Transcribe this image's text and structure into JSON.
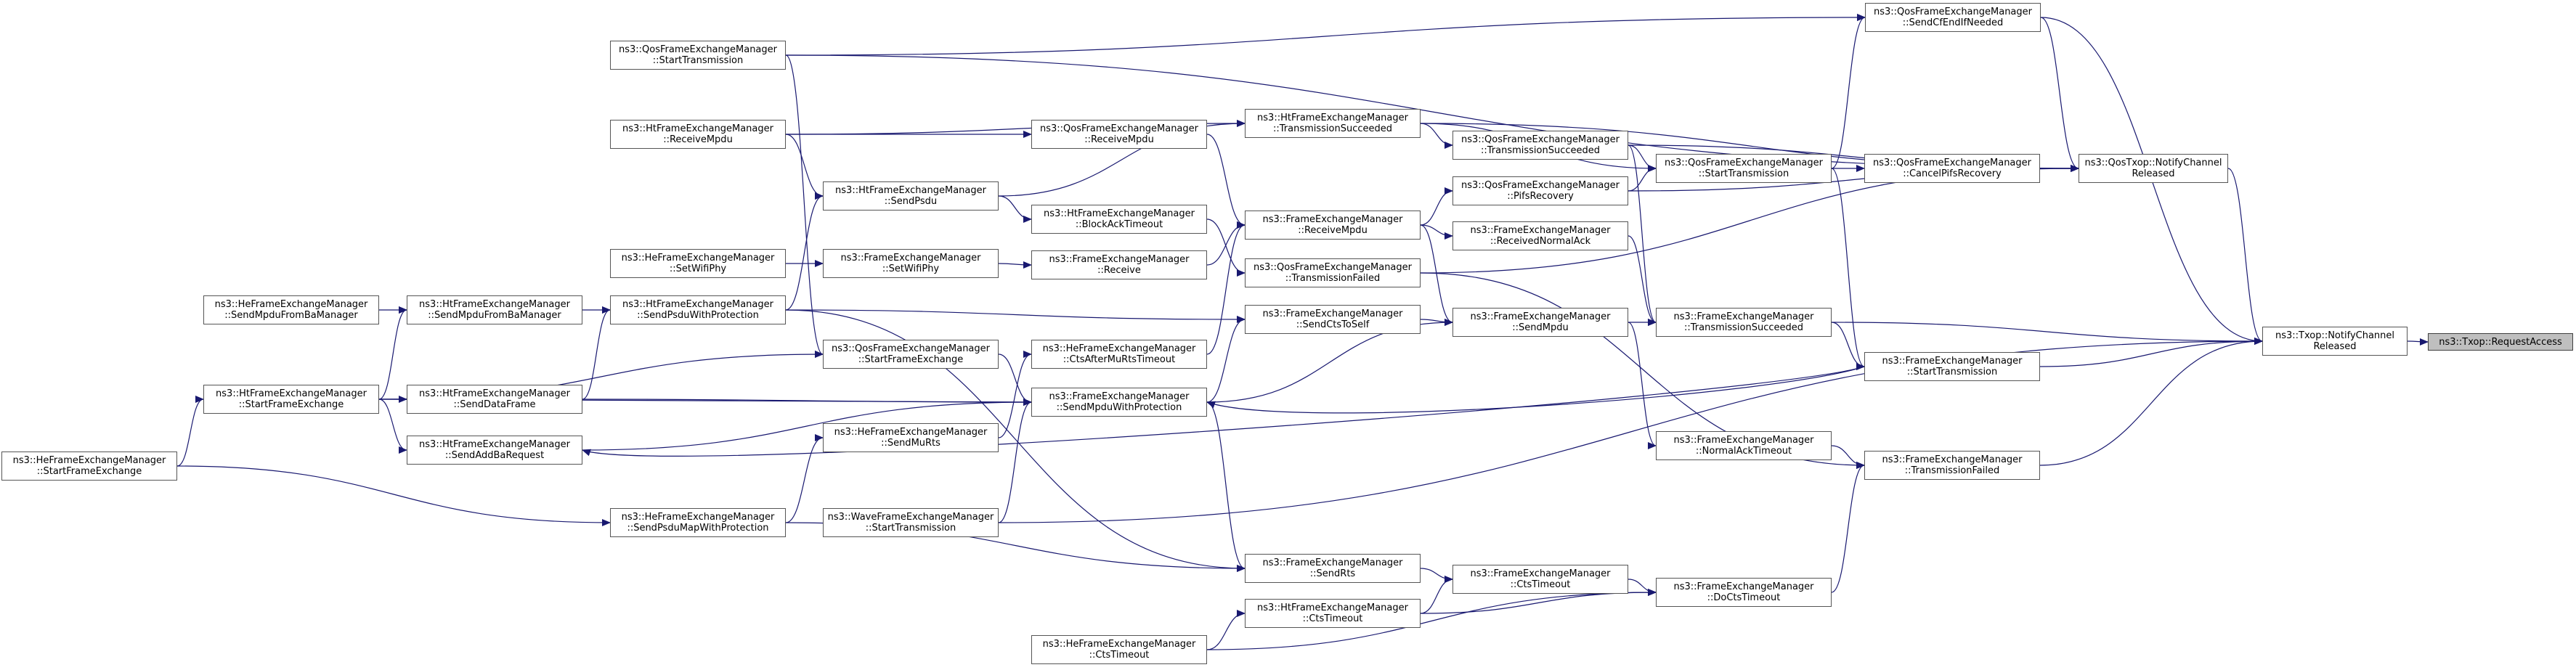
{
  "diagram": {
    "type": "call-graph",
    "edge_color": "#191970",
    "root_fill": "#bfbfbf",
    "node_fill": "#ffffff",
    "nodes": [
      {
        "id": "qos_sendcfend",
        "lines": [
          "ns3::QosFrameExchangeManager",
          "::SendCfEndIfNeeded"
        ]
      },
      {
        "id": "qos_starttx",
        "lines": [
          "ns3::QosFrameExchangeManager",
          "::StartTransmission"
        ]
      },
      {
        "id": "ht_txsucc",
        "lines": [
          "ns3::HtFrameExchangeManager",
          "::TransmissionSucceeded"
        ]
      },
      {
        "id": "ht_receivempdu",
        "lines": [
          "ns3::HtFrameExchangeManager",
          "::ReceiveMpdu"
        ]
      },
      {
        "id": "qos_receivempdu",
        "lines": [
          "ns3::QosFrameExchangeManager",
          "::ReceiveMpdu"
        ]
      },
      {
        "id": "qos_txsucc",
        "lines": [
          "ns3::QosFrameExchangeManager",
          "::TransmissionSucceeded"
        ]
      },
      {
        "id": "qos_starttx2",
        "lines": [
          "ns3::QosFrameExchangeManager",
          "::StartTransmission"
        ]
      },
      {
        "id": "qos_cancelpifs",
        "lines": [
          "ns3::QosFrameExchangeManager",
          "::CancelPifsRecovery"
        ]
      },
      {
        "id": "qostxop_notify",
        "lines": [
          "ns3::QosTxop::NotifyChannel",
          "Released"
        ]
      },
      {
        "id": "ht_sendpsdu",
        "lines": [
          "ns3::HtFrameExchangeManager",
          "::SendPsdu"
        ]
      },
      {
        "id": "ht_blockack",
        "lines": [
          "ns3::HtFrameExchangeManager",
          "::BlockAckTimeout"
        ]
      },
      {
        "id": "qos_pifs",
        "lines": [
          "ns3::QosFrameExchangeManager",
          "::PifsRecovery"
        ]
      },
      {
        "id": "fem_receivempdu",
        "lines": [
          "ns3::FrameExchangeManager",
          "::ReceiveMpdu"
        ]
      },
      {
        "id": "fem_receivednormalack",
        "lines": [
          "ns3::FrameExchangeManager",
          "::ReceivedNormalAck"
        ]
      },
      {
        "id": "he_setwifiphy",
        "lines": [
          "ns3::HeFrameExchangeManager",
          "::SetWifiPhy"
        ]
      },
      {
        "id": "fem_setwifiphy",
        "lines": [
          "ns3::FrameExchangeManager",
          "::SetWifiPhy"
        ]
      },
      {
        "id": "fem_receive",
        "lines": [
          "ns3::FrameExchangeManager",
          "::Receive"
        ]
      },
      {
        "id": "qos_txfailed",
        "lines": [
          "ns3::QosFrameExchangeManager",
          "::TransmissionFailed"
        ]
      },
      {
        "id": "he_sendmpdufromba",
        "lines": [
          "ns3::HeFrameExchangeManager",
          "::SendMpduFromBaManager"
        ]
      },
      {
        "id": "ht_sendmpdufromba",
        "lines": [
          "ns3::HtFrameExchangeManager",
          "::SendMpduFromBaManager"
        ]
      },
      {
        "id": "ht_sendpsduwithprot",
        "lines": [
          "ns3::HtFrameExchangeManager",
          "::SendPsduWithProtection"
        ]
      },
      {
        "id": "fem_sendctstoself",
        "lines": [
          "ns3::FrameExchangeManager",
          "::SendCtsToSelf"
        ]
      },
      {
        "id": "fem_sendmpdu",
        "lines": [
          "ns3::FrameExchangeManager",
          "::SendMpdu"
        ]
      },
      {
        "id": "fem_txsucc",
        "lines": [
          "ns3::FrameExchangeManager",
          "::TransmissionSucceeded"
        ]
      },
      {
        "id": "txop_notify",
        "lines": [
          "ns3::Txop::NotifyChannel",
          "Released"
        ]
      },
      {
        "id": "txop_requestaccess",
        "lines": [
          "ns3::Txop::RequestAccess"
        ]
      },
      {
        "id": "qos_startfe",
        "lines": [
          "ns3::QosFrameExchangeManager",
          "::StartFrameExchange"
        ]
      },
      {
        "id": "he_ctsaftermurts",
        "lines": [
          "ns3::HeFrameExchangeManager",
          "::CtsAfterMuRtsTimeout"
        ]
      },
      {
        "id": "ht_startfe",
        "lines": [
          "ns3::HtFrameExchangeManager",
          "::StartFrameExchange"
        ]
      },
      {
        "id": "ht_senddataframe",
        "lines": [
          "ns3::HtFrameExchangeManager",
          "::SendDataFrame"
        ]
      },
      {
        "id": "fem_sendmpduwithprot",
        "lines": [
          "ns3::FrameExchangeManager",
          "::SendMpduWithProtection"
        ]
      },
      {
        "id": "fem_starttx",
        "lines": [
          "ns3::FrameExchangeManager",
          "::StartTransmission"
        ]
      },
      {
        "id": "he_startfe",
        "lines": [
          "ns3::HeFrameExchangeManager",
          "::StartFrameExchange"
        ]
      },
      {
        "id": "ht_sendaddba",
        "lines": [
          "ns3::HtFrameExchangeManager",
          "::SendAddBaRequest"
        ]
      },
      {
        "id": "he_sendmurts",
        "lines": [
          "ns3::HeFrameExchangeManager",
          "::SendMuRts"
        ]
      },
      {
        "id": "fem_normalacktimeout",
        "lines": [
          "ns3::FrameExchangeManager",
          "::NormalAckTimeout"
        ]
      },
      {
        "id": "fem_txfailed",
        "lines": [
          "ns3::FrameExchangeManager",
          "::TransmissionFailed"
        ]
      },
      {
        "id": "he_sendpsdumap",
        "lines": [
          "ns3::HeFrameExchangeManager",
          "::SendPsduMapWithProtection"
        ]
      },
      {
        "id": "wave_starttx",
        "lines": [
          "ns3::WaveFrameExchangeManager",
          "::StartTransmission"
        ]
      },
      {
        "id": "fem_sendrts",
        "lines": [
          "ns3::FrameExchangeManager",
          "::SendRts"
        ]
      },
      {
        "id": "fem_ctstimeout",
        "lines": [
          "ns3::FrameExchangeManager",
          "::CtsTimeout"
        ]
      },
      {
        "id": "fem_doctstimeout",
        "lines": [
          "ns3::FrameExchangeManager",
          "::DoCtsTimeout"
        ]
      },
      {
        "id": "ht_ctstimeout",
        "lines": [
          "ns3::HtFrameExchangeManager",
          "::CtsTimeout"
        ]
      },
      {
        "id": "he_ctstimeout",
        "lines": [
          "ns3::HeFrameExchangeManager",
          "::CtsTimeout"
        ]
      }
    ],
    "edges": [
      [
        "txop_notify",
        "txop_requestaccess"
      ],
      [
        "qostxop_notify",
        "txop_notify"
      ],
      [
        "qos_sendcfend",
        "txop_notify"
      ],
      [
        "fem_txsucc",
        "txop_notify"
      ],
      [
        "fem_starttx",
        "txop_notify"
      ],
      [
        "fem_txfailed",
        "txop_notify"
      ],
      [
        "wave_starttx",
        "txop_notify"
      ],
      [
        "qos_sendcfend",
        "qostxop_notify"
      ],
      [
        "qos_starttx",
        "qostxop_notify"
      ],
      [
        "ht_txsucc",
        "qostxop_notify"
      ],
      [
        "qos_txsucc",
        "qostxop_notify"
      ],
      [
        "qos_cancelpifs",
        "qostxop_notify"
      ],
      [
        "qos_pifs",
        "qostxop_notify"
      ],
      [
        "qos_txfailed",
        "qostxop_notify"
      ],
      [
        "qos_starttx",
        "qos_sendcfend"
      ],
      [
        "qos_starttx2",
        "qos_sendcfend"
      ],
      [
        "qos_starttx2",
        "qos_cancelpifs"
      ],
      [
        "ht_txsucc",
        "qos_txsucc"
      ],
      [
        "qos_txsucc",
        "qos_starttx2"
      ],
      [
        "qos_pifs",
        "qos_starttx2"
      ],
      [
        "ht_txsucc",
        "qos_starttx2"
      ],
      [
        "ht_receivempdu",
        "ht_txsucc"
      ],
      [
        "ht_receivempdu",
        "qos_receivempdu"
      ],
      [
        "ht_sendpsdu",
        "ht_txsucc"
      ],
      [
        "ht_receivempdu",
        "ht_sendpsdu"
      ],
      [
        "qos_receivempdu",
        "fem_receivempdu"
      ],
      [
        "fem_receivempdu",
        "qos_pifs"
      ],
      [
        "fem_receivempdu",
        "fem_receivednormalack"
      ],
      [
        "fem_receivempdu",
        "fem_sendmpdu"
      ],
      [
        "fem_receive",
        "fem_receivempdu"
      ],
      [
        "ht_sendpsdu",
        "ht_blockack"
      ],
      [
        "ht_blockack",
        "qos_txfailed"
      ],
      [
        "he_setwifiphy",
        "fem_setwifiphy"
      ],
      [
        "fem_setwifiphy",
        "fem_receive"
      ],
      [
        "fem_receivednormalack",
        "fem_txsucc"
      ],
      [
        "qos_txsucc",
        "fem_txsucc"
      ],
      [
        "fem_sendmpdu",
        "fem_txsucc"
      ],
      [
        "fem_sendmpdu",
        "fem_normalacktimeout"
      ],
      [
        "fem_txsucc",
        "fem_starttx"
      ],
      [
        "qos_starttx2",
        "fem_starttx"
      ],
      [
        "fem_starttx",
        "fem_sendmpduwithprot"
      ],
      [
        "fem_starttx",
        "ht_sendaddba"
      ],
      [
        "fem_normalacktimeout",
        "fem_txfailed"
      ],
      [
        "fem_doctstimeout",
        "fem_txfailed"
      ],
      [
        "qos_txfailed",
        "fem_txfailed"
      ],
      [
        "fem_sendctstoself",
        "fem_sendmpdu"
      ],
      [
        "fem_sendmpduwithprot",
        "fem_sendmpdu"
      ],
      [
        "fem_sendmpduwithprot",
        "fem_sendctstoself"
      ],
      [
        "fem_sendmpduwithprot",
        "fem_sendrts"
      ],
      [
        "ht_sendpsduwithprot",
        "fem_sendctstoself"
      ],
      [
        "ht_sendpsduwithprot",
        "ht_sendpsdu"
      ],
      [
        "ht_sendpsduwithprot",
        "fem_sendrts"
      ],
      [
        "ht_sendmpdufromba",
        "ht_sendpsduwithprot"
      ],
      [
        "he_sendmpdufromba",
        "ht_sendmpdufromba"
      ],
      [
        "ht_startfe",
        "ht_sendmpdufromba"
      ],
      [
        "ht_senddataframe",
        "ht_sendpsduwithprot"
      ],
      [
        "ht_startfe",
        "ht_senddataframe"
      ],
      [
        "ht_startfe",
        "fem_sendmpduwithprot"
      ],
      [
        "ht_startfe",
        "ht_sendaddba"
      ],
      [
        "ht_startfe",
        "qos_startfe"
      ],
      [
        "he_startfe",
        "ht_startfe"
      ],
      [
        "he_startfe",
        "he_sendpsdumap"
      ],
      [
        "qos_starttx",
        "qos_startfe"
      ],
      [
        "qos_startfe",
        "fem_sendmpduwithprot"
      ],
      [
        "ht_senddataframe",
        "fem_sendmpduwithprot"
      ],
      [
        "he_ctsaftermurts",
        "fem_receivempdu"
      ],
      [
        "he_sendmurts",
        "he_ctsaftermurts"
      ],
      [
        "he_sendpsdumap",
        "he_sendmurts"
      ],
      [
        "he_sendpsdumap",
        "fem_sendrts"
      ],
      [
        "wave_starttx",
        "fem_sendmpduwithprot"
      ],
      [
        "fem_sendrts",
        "fem_ctstimeout"
      ],
      [
        "fem_ctstimeout",
        "fem_doctstimeout"
      ],
      [
        "ht_ctstimeout",
        "fem_doctstimeout"
      ],
      [
        "ht_ctstimeout",
        "fem_ctstimeout"
      ],
      [
        "he_ctstimeout",
        "ht_ctstimeout"
      ],
      [
        "he_ctstimeout",
        "fem_doctstimeout"
      ],
      [
        "ht_sendaddba",
        "fem_sendmpduwithprot"
      ]
    ]
  }
}
